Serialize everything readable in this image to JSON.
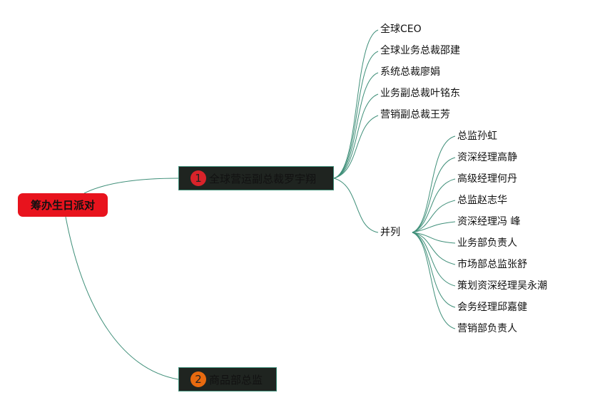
{
  "root": {
    "label": "筹办生日派对"
  },
  "branches": [
    {
      "number": "1",
      "label": "全球营运副总裁罗宇翔",
      "children": [
        "全球CEO",
        "全球业务总裁邵建",
        "系统总裁廖娟",
        "业务副总裁叶铭东",
        "营销副总裁王芳"
      ],
      "group": {
        "label": "并列",
        "children": [
          "总监孙虹",
          "资深经理高静",
          "高级经理何丹",
          "总监赵志华",
          "资深经理冯 峰",
          "业务部负责人",
          "市场部总监张舒",
          "策划资深经理吴永潮",
          "会务经理邱嘉健",
          "营销部负责人"
        ]
      }
    },
    {
      "number": "2",
      "label": "商品部总监"
    }
  ],
  "colors": {
    "root_fill": "#e8131d",
    "branch_fill": "#1f2420",
    "connector": "#3f8f79",
    "marker_1": "#d9232a",
    "marker_2": "#e86a0f"
  }
}
